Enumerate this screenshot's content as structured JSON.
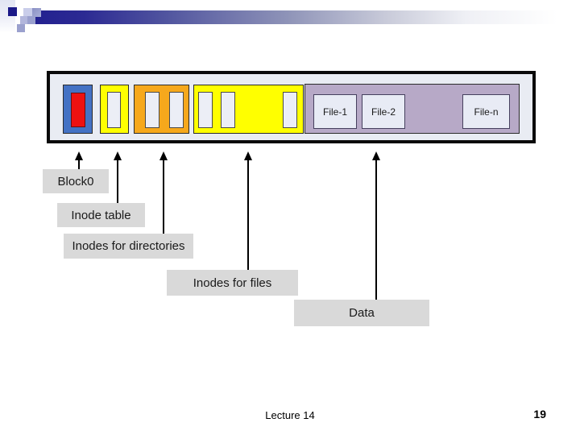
{
  "palette": {
    "header_bar_start": "#232190",
    "header_bar_end": "#ffffff",
    "header_navy_square": "#1b1988",
    "disk_container_fill": "#e9ecf3",
    "disk_border": "#0a0a0a",
    "block0_blue": "#4472c4",
    "boot_block_red": "#ee1111",
    "inode_yellow": "#ffff00",
    "directory_orange": "#f6a81c",
    "data_purple": "#b7a9c7",
    "slot_fill": "#eceef6",
    "callout_gray": "#d9d9d9"
  },
  "diagram": {
    "sections": [
      {
        "name": "block0",
        "color": "#4472c4",
        "slots": 1
      },
      {
        "name": "inode-table",
        "color": "#ffff00",
        "slots": 1
      },
      {
        "name": "inodes-for-directories",
        "color": "#f6a81c",
        "slots": 2
      },
      {
        "name": "inodes-for-files",
        "color": "#ffff00",
        "slots": 3
      },
      {
        "name": "data",
        "color": "#b7a9c7",
        "slots": 3
      }
    ],
    "files": [
      {
        "label": "File-1"
      },
      {
        "label": "File-2"
      },
      {
        "label": "File-n"
      }
    ],
    "callouts": [
      {
        "text": "Block0"
      },
      {
        "text": "Inode table"
      },
      {
        "text": "Inodes for directories"
      },
      {
        "text": "Inodes for files"
      },
      {
        "text": "Data"
      }
    ]
  },
  "footer": {
    "lecture": "Lecture 14",
    "page_number": "19"
  }
}
